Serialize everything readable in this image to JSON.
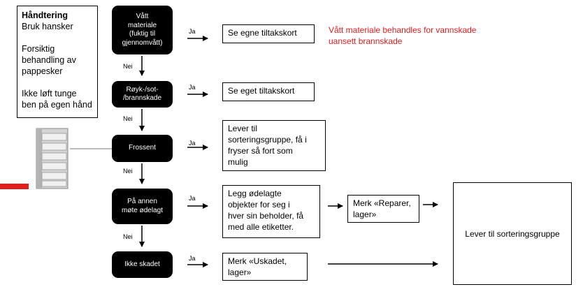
{
  "handling": {
    "title": "Håndtering",
    "lines": [
      "Bruk hansker",
      "",
      "Forsiktig\nbehandling av\npappesker",
      "",
      "Ikke løft tunge\nben på egen hånd"
    ]
  },
  "decisions": [
    {
      "label": "Vått\nmateriale\n(fuktig til\ngjennomvått)"
    },
    {
      "label": "Røyk-/sot-\n/brannskade"
    },
    {
      "label": "Frossent"
    },
    {
      "label": "På annen\nmøte ødelagt"
    },
    {
      "label": "Ikke skadet"
    }
  ],
  "yes_label": "Ja",
  "no_label": "Nei",
  "actions": [
    "Se egne tiltakskort",
    "Se eget tiltakskort",
    "Lever til\nsorteringsgruppe, få i\nfryser så fort som\nmulig",
    "Legg ødelagte\nobjekter for seg i\nhver sin beholder, få\nmed alle etiketter.",
    "Merk «Uskadet,\nlager»"
  ],
  "repair_box": "Merk «Reparer,\nlager»",
  "final_box": "Lever til sorteringsgruppe",
  "note": "Vått materiale behandles for vannskade\nuansett brannskade",
  "colors": {
    "note": "#e31c1c",
    "decision": "#000000",
    "marker": "#e31c1c"
  },
  "icons": [
    "freezer-rack-image"
  ]
}
